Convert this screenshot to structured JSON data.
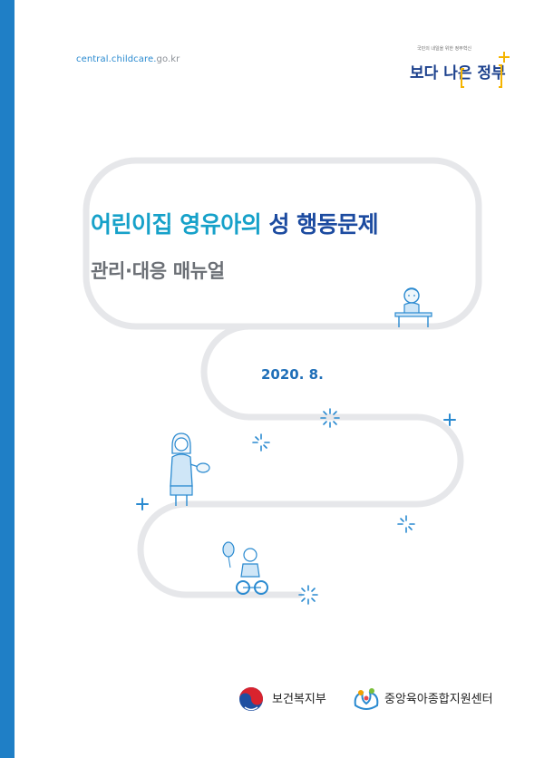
{
  "header": {
    "url_main": "central.childcare.",
    "url_suffix": "go.kr",
    "gov_slogan_small": "국민의 내일을 위한 정부혁신",
    "gov_slogan_a": "보다 나은 ",
    "gov_slogan_b": "정부"
  },
  "title": {
    "part1": "어린이집 ",
    "part2": "영유아의 ",
    "part3": "성 행동문제",
    "subtitle": "관리·대응 매뉴얼"
  },
  "date": "2020. 8.",
  "footer": {
    "ministry": "보건복지부",
    "center": "중앙육아종합지원센터"
  },
  "colors": {
    "side_bar": "#1f7fc6",
    "title_cyan": "#16a1c9",
    "title_navy": "#1c4ba0",
    "subtitle_gray": "#6b6f75",
    "path_gray": "#e6e7ea",
    "accent_blue": "#2a8ad0"
  },
  "icons": [
    "sparkle-icon",
    "plus-icon",
    "teacher-illustration",
    "child-desk-illustration",
    "child-tricycle-illustration",
    "taegeuk-emblem-icon",
    "childcare-center-logo-icon"
  ]
}
